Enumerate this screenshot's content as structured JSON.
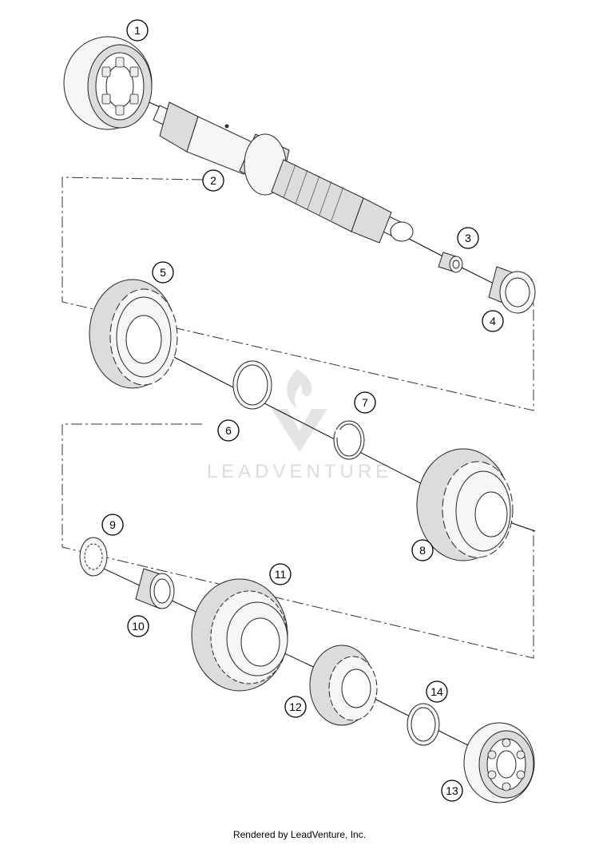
{
  "watermark": {
    "text": "LEADVENTURE"
  },
  "footer": {
    "text": "Rendered by LeadVenture, Inc."
  },
  "callouts": [
    {
      "number": "1"
    },
    {
      "number": "2"
    },
    {
      "number": "3"
    },
    {
      "number": "4"
    },
    {
      "number": "5"
    },
    {
      "number": "6"
    },
    {
      "number": "7"
    },
    {
      "number": "8"
    },
    {
      "number": "9"
    },
    {
      "number": "10"
    },
    {
      "number": "11"
    },
    {
      "number": "12"
    },
    {
      "number": "13"
    },
    {
      "number": "14"
    }
  ]
}
